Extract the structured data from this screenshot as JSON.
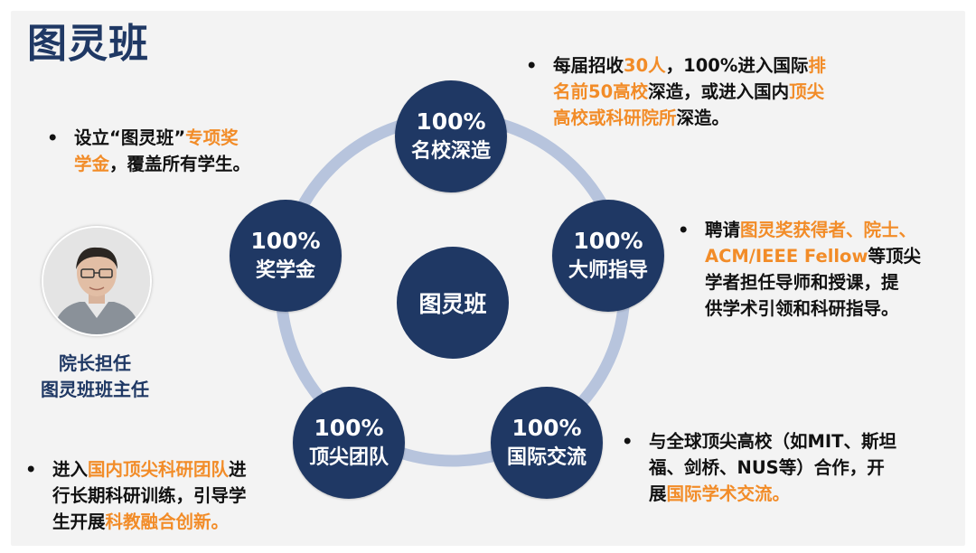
{
  "title": "图灵班",
  "center_label": "图灵班",
  "nodes": [
    {
      "pct": "100%",
      "label": "名校深造"
    },
    {
      "pct": "100%",
      "label": "大师指导"
    },
    {
      "pct": "100%",
      "label": "国际交流"
    },
    {
      "pct": "100%",
      "label": "顶尖团队"
    },
    {
      "pct": "100%",
      "label": "奖学金"
    }
  ],
  "bullets": {
    "top": [
      "每届招收",
      "30人",
      "，100%进入国际",
      "排",
      "名前50高校",
      "深造，或进入国内",
      "顶尖",
      "高校或科研院所",
      "深造。"
    ],
    "right": [
      "聘请",
      "图灵奖获得者、院士、",
      "ACM/IEEE Fellow",
      "等顶尖",
      "学者担任导师和授课，提",
      "供学术引领和科研指导。"
    ],
    "bottom_right": [
      "与全球顶尖高校（如MIT、斯坦",
      "福、剑桥、NUS等）合作，开",
      "展",
      "国际学术交流。"
    ],
    "bottom_left": [
      "进入",
      "国内顶尖科研团队",
      "进",
      "行长期科研训练，引导学",
      "生开展",
      "科教融合创新。"
    ],
    "left": [
      "设立“图灵班”",
      "专项奖",
      "学金",
      "，覆盖所有学生。"
    ]
  },
  "bullet_char": "•",
  "caption": [
    "院长担任",
    "图灵班班主任"
  ],
  "colors": {
    "navy": "#1f3864",
    "ring": "#b7c4dd",
    "highlight": "#f28c28",
    "background": "#f3f3f3"
  }
}
